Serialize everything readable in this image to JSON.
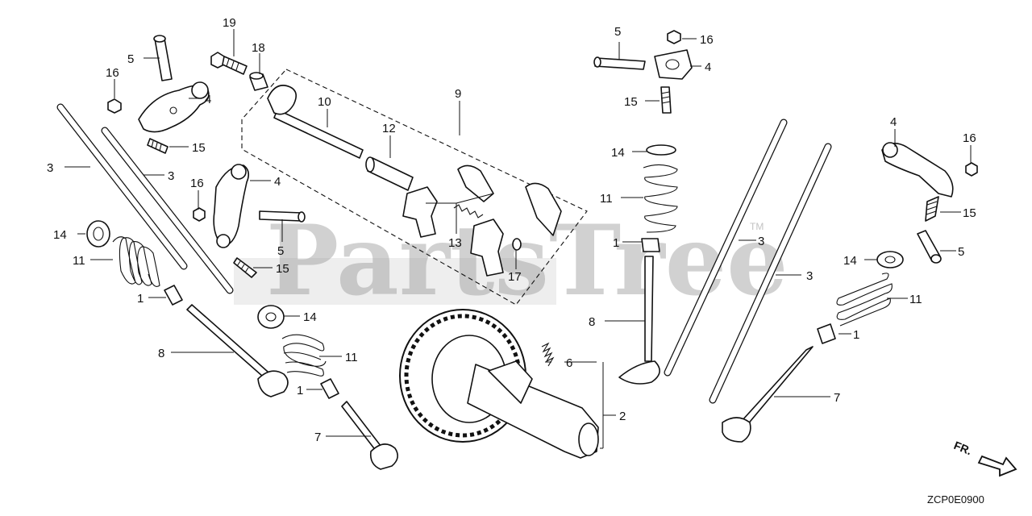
{
  "watermark": {
    "text": "PartsTree",
    "tm": "TM"
  },
  "diagram_code": "ZCP0E0900",
  "direction_label": "FR.",
  "callouts": {
    "c1a": "1",
    "c1b": "1",
    "c1c": "1",
    "c1d": "1",
    "c2": "2",
    "c3a": "3",
    "c3b": "3",
    "c3c": "3",
    "c3d": "3",
    "c4a": "4",
    "c4b": "4",
    "c4c": "4",
    "c4d": "4",
    "c5a": "5",
    "c5b": "5",
    "c5c": "5",
    "c5d": "5",
    "c6": "6",
    "c7a": "7",
    "c7b": "7",
    "c8a": "8",
    "c8b": "8",
    "c9": "9",
    "c10": "10",
    "c11a": "11",
    "c11b": "11",
    "c11c": "11",
    "c11d": "11",
    "c12": "12",
    "c13": "13",
    "c14a": "14",
    "c14b": "14",
    "c14c": "14",
    "c14d": "14",
    "c15a": "15",
    "c15b": "15",
    "c15c": "15",
    "c15d": "15",
    "c16a": "16",
    "c16b": "16",
    "c16c": "16",
    "c16d": "16",
    "c17": "17",
    "c18": "18",
    "c19": "19"
  }
}
